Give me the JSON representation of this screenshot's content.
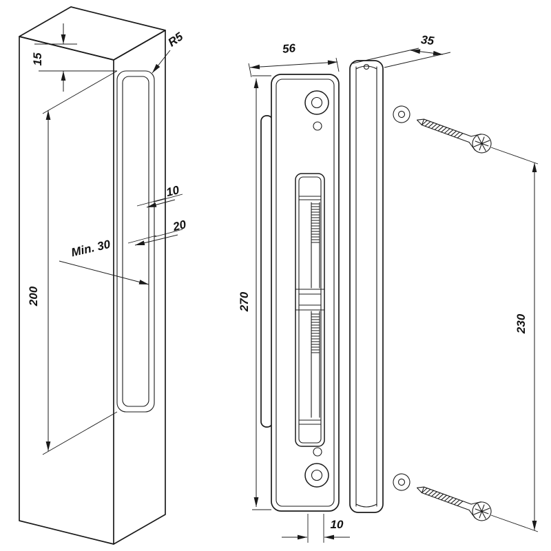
{
  "page": {
    "type": "technical-installation-diagram",
    "background_color": "#ffffff",
    "line_color": "#1a1a1a"
  },
  "labels": {
    "recess_top_offset": "15",
    "recess_corner_radius": "R5",
    "recess_slot_width": "10",
    "recess_pocket_width": "20",
    "post_min_thickness": "Min. 30",
    "recess_height": "200",
    "keeper_width": "56",
    "profile_depth": "35",
    "keeper_height": "270",
    "screw_spacing": "230",
    "keeper_bottom_offset": "10"
  }
}
